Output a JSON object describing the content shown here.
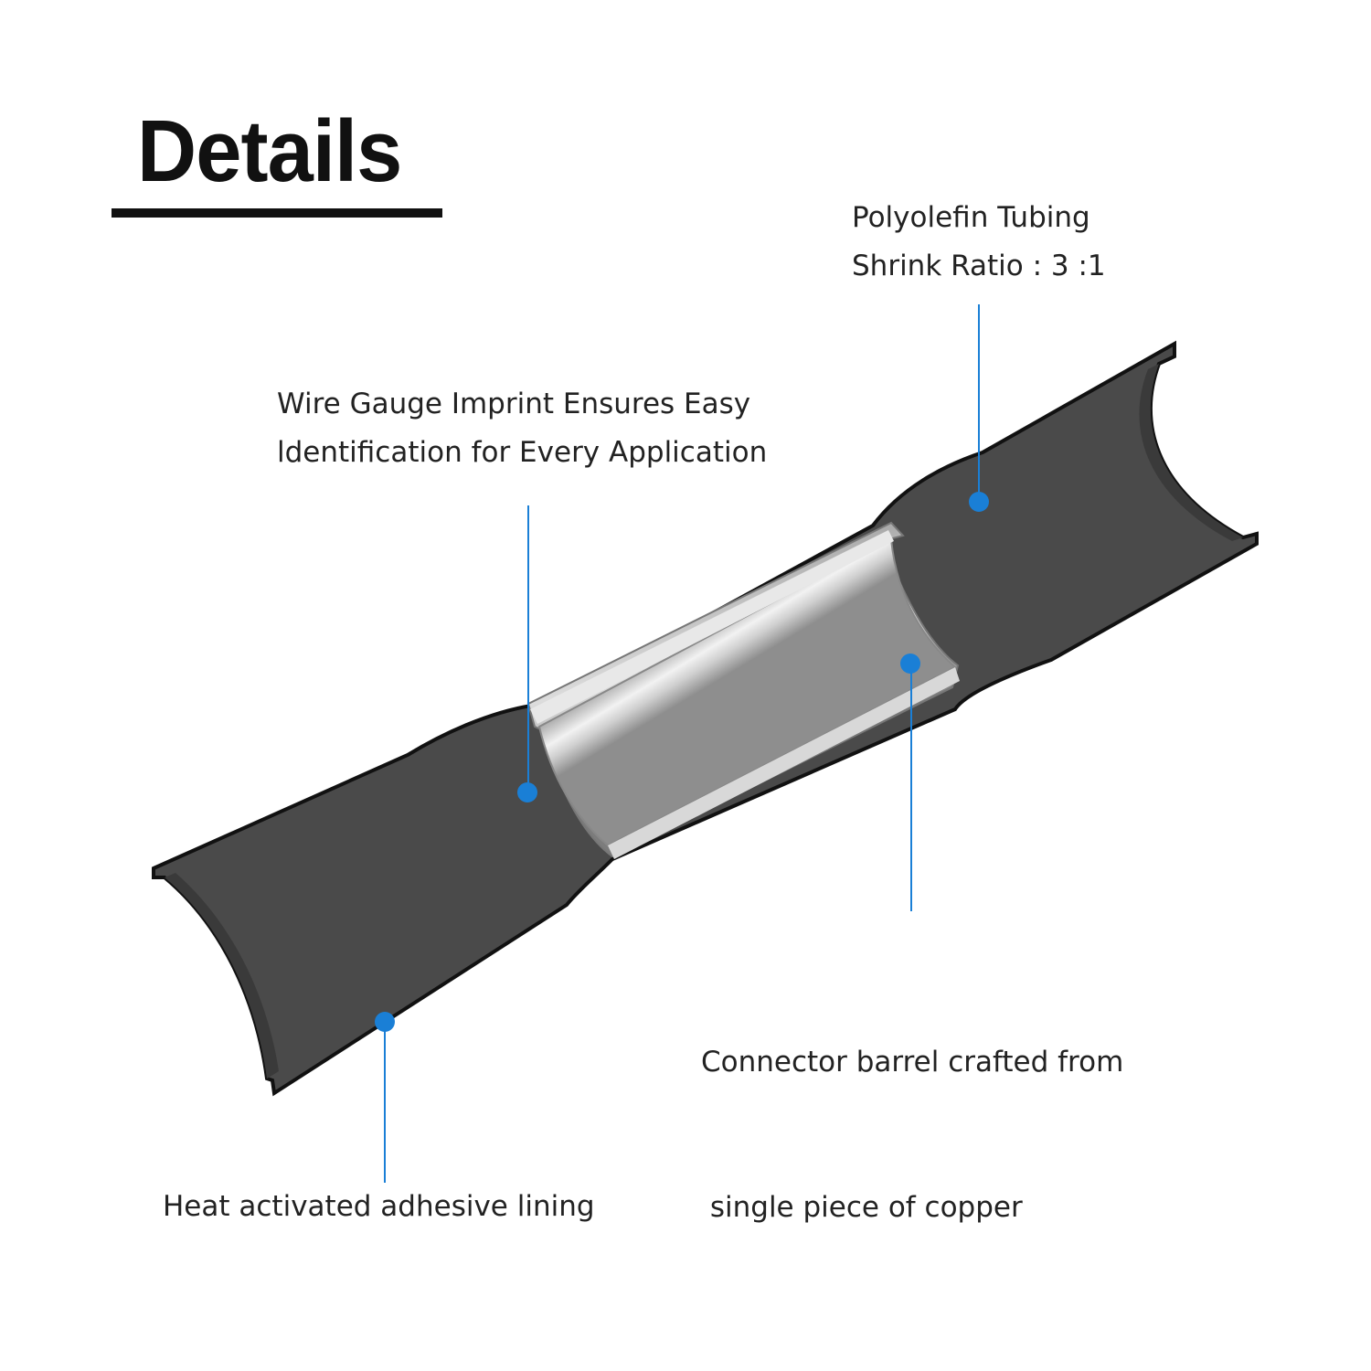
{
  "title": "Details",
  "accent_color": "#1a7fd6",
  "callouts": {
    "tubing": {
      "line1": "Polyolefin Tubing",
      "line2": "Shrink Ratio : 3 :1"
    },
    "imprint": {
      "line1": "Wire Gauge Imprint Ensures Easy",
      "line2": "ldentification for Every Application"
    },
    "barrel": {
      "line1": "Connector barrel crafted from",
      "line2": " single piece of copper"
    },
    "adhesive": {
      "line1": "Heat activated adhesive lining"
    }
  }
}
